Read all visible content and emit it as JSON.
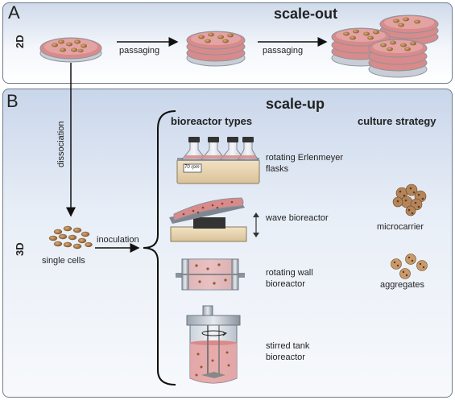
{
  "panel_a": {
    "letter": "A",
    "title": "scale-out",
    "dimension": "2D",
    "step1": "passaging",
    "step2": "passaging"
  },
  "panel_b": {
    "letter": "B",
    "title": "scale-up",
    "dimension": "3D",
    "dissociation": "dissociation",
    "single_cells": "single cells",
    "inoculation": "inoculation",
    "bioreactor_types_heading": "bioreactor types",
    "culture_strategy_heading": "culture strategy",
    "bioreactors": [
      {
        "line1": "rotating Erlenmeyer",
        "line2": "flasks"
      },
      {
        "line1": "wave bioreactor",
        "line2": ""
      },
      {
        "line1": "rotating wall",
        "line2": "bioreactor"
      },
      {
        "line1": "stirred tank",
        "line2": "bioreactor"
      }
    ],
    "strategies": [
      "microcarrier",
      "aggregates"
    ],
    "shaker_display": "70 rpm"
  },
  "colors": {
    "dish_wall": "#e9edf2",
    "medium": "#d98a8a",
    "cell": "#9a6a3a",
    "arrow": "#111111"
  }
}
